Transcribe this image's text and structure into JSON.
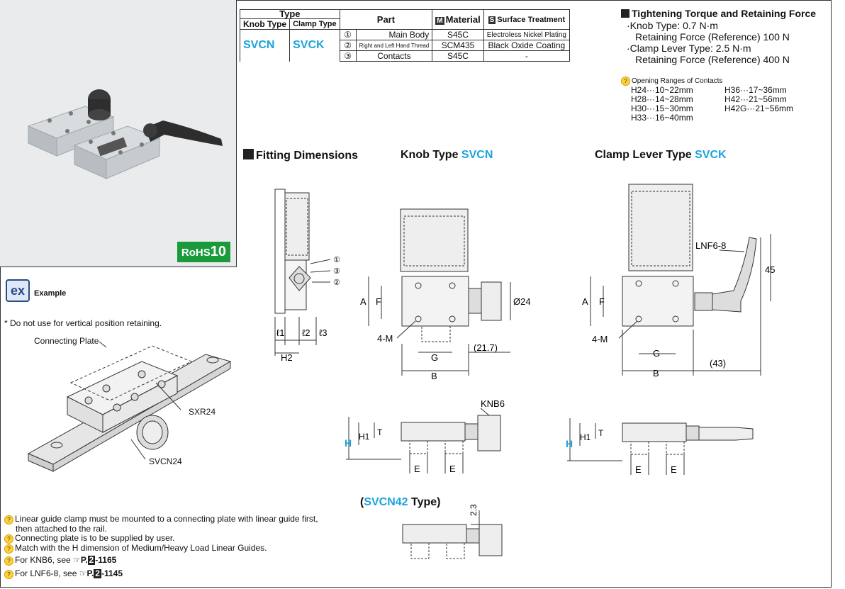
{
  "rohs": {
    "label": "RoHS",
    "num": "10"
  },
  "table": {
    "type_header": "Type",
    "knob_type_header": "Knob Type",
    "clamp_type_header": "Clamp Type",
    "part_header": "Part",
    "material_badge": "M",
    "material_header": "Material",
    "surface_badge": "S",
    "surface_header": "Surface Treatment",
    "knob_type_value": "SVCN",
    "clamp_type_value": "SVCK",
    "rows": [
      {
        "num": "①",
        "part": "Main Body",
        "material": "S45C",
        "surface": "Electroless Nickel Plating"
      },
      {
        "num": "②",
        "part": "Right and Left Hand Thread",
        "material": "SCM435",
        "surface": "Black Oxide Coating"
      },
      {
        "num": "③",
        "part": "Contacts",
        "material": "S45C",
        "surface": "-"
      }
    ]
  },
  "torque": {
    "title": "Tightening Torque and Retaining Force",
    "lines": [
      "·Knob Type: 0.7 N·m",
      "Retaining Force (Reference) 100 N",
      "·Clamp Lever Type: 2.5 N·m",
      "Retaining Force (Reference) 400 N"
    ],
    "opening_title": "Opening Ranges of Contacts",
    "ranges_left": [
      "H24···10~22mm",
      "H28···14~28mm",
      "H30···15~30mm",
      "H33···16~40mm"
    ],
    "ranges_right": [
      "H36···17~36mm",
      "H42···21~56mm",
      "H42G···21~56mm"
    ]
  },
  "headings": {
    "fitting": "Fitting Dimensions",
    "knob_prefix": "Knob Type ",
    "knob_code": "SVCN",
    "clamp_prefix": "Clamp Lever Type ",
    "clamp_code": "SVCK",
    "svcn42_open": "(",
    "svcn42_code": "SVCN42",
    "svcn42_close": " Type)"
  },
  "example": {
    "badge": "ex",
    "label": "Example",
    "caution": "* Do not use for vertical position retaining.",
    "connecting_plate": "Connecting Plate",
    "rail": "SXR24",
    "clamp": "SVCN24"
  },
  "dims": {
    "c1": "①",
    "c2": "③",
    "c3": "②",
    "l1": "ℓ1",
    "l2": "ℓ2",
    "l3": "ℓ3",
    "h2": "H2",
    "a": "A",
    "f": "F",
    "m": "4-M",
    "g": "G",
    "b": "B",
    "d24": "Ø24",
    "w217": "(21.7)",
    "w43": "(43)",
    "lnf": "LNF6-8",
    "h45": "45",
    "knb": "KNB6",
    "h": "H",
    "h1": "H1",
    "t": "T",
    "e": "E",
    "d23": "2.3"
  },
  "notes": {
    "n1a": "Linear guide clamp must be mounted to a connecting plate with linear guide first,",
    "n1b": "then attached to the rail.",
    "n2": "Connecting plate is to be supplied by user.",
    "n3": "Match with the H dimension of Medium/Heavy Load Linear Guides.",
    "n4": "For KNB6, see",
    "n4ref": "-1165",
    "n5": "For LNF6-8, see",
    "n5ref": "-1145",
    "pref": "P.",
    "vol": "2"
  }
}
